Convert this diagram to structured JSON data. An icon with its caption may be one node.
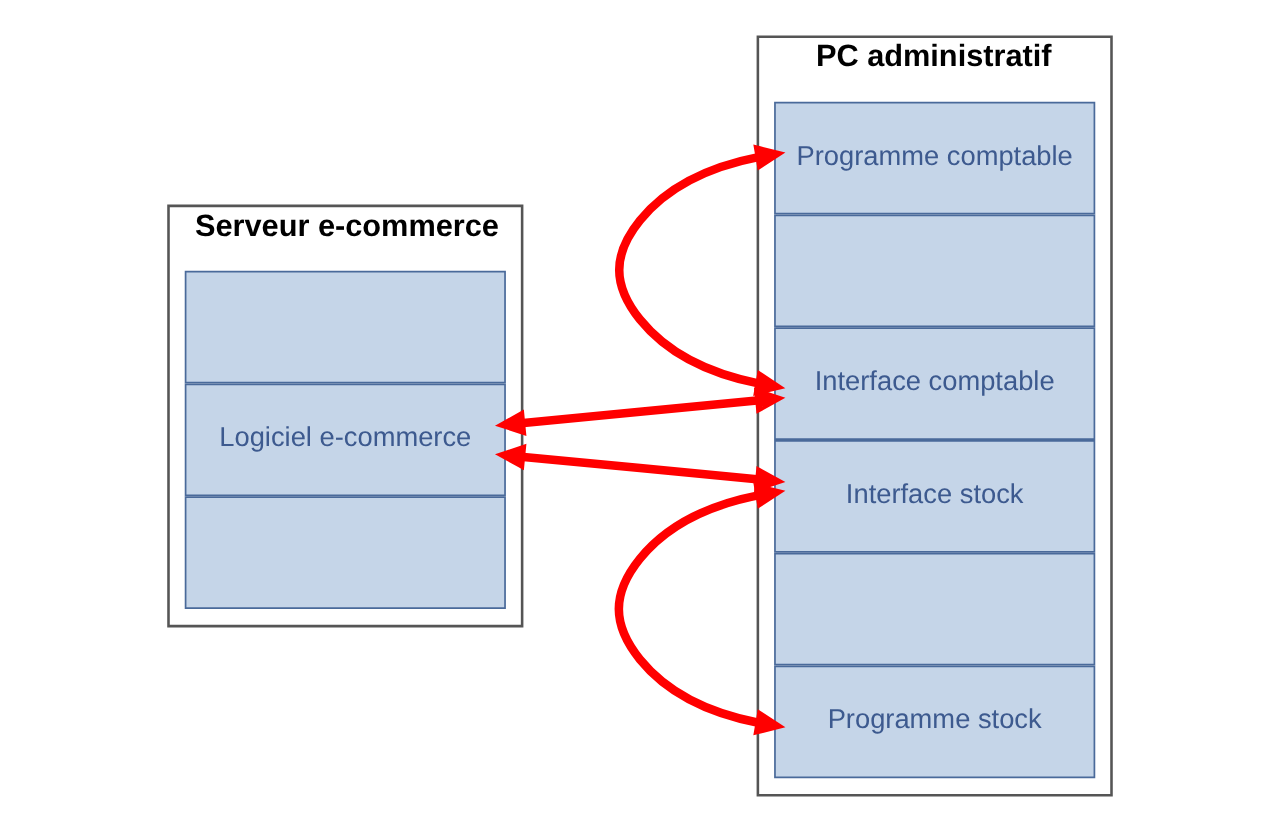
{
  "diagram": {
    "nodes": [
      {
        "text": [
          "Serveur e-commerce"
        ]
      },
      {
        "text": [],
        "shape": "box",
        "in": 0
      },
      {
        "text": [
          "Logiciel e-commerce"
        ],
        "in": 0
      },
      {
        "text": [],
        "shape": "box",
        "in": 0
      },
      {
        "text": [
          "PC administratif"
        ]
      },
      {
        "text": [
          "Programme comptable"
        ],
        "in": 4
      },
      {
        "text": [],
        "shape": "box",
        "in": 4
      },
      {
        "text": [
          "Interface comptable"
        ],
        "in": 4
      },
      {
        "text": [
          "Interface stock"
        ],
        "in": 4
      },
      {
        "text": [],
        "shape": "box",
        "in": 4
      },
      {
        "text": [
          "Programme stock"
        ],
        "in": 4
      }
    ],
    "edges": [
      {
        "from": 2,
        "to": 7,
        "arrow": "both"
      },
      {
        "from": 2,
        "to": 8,
        "arrow": "both"
      },
      {
        "from": 5,
        "to": 7,
        "arrow": "both"
      },
      {
        "from": 8,
        "to": 10,
        "arrow": "both"
      }
    ]
  }
}
